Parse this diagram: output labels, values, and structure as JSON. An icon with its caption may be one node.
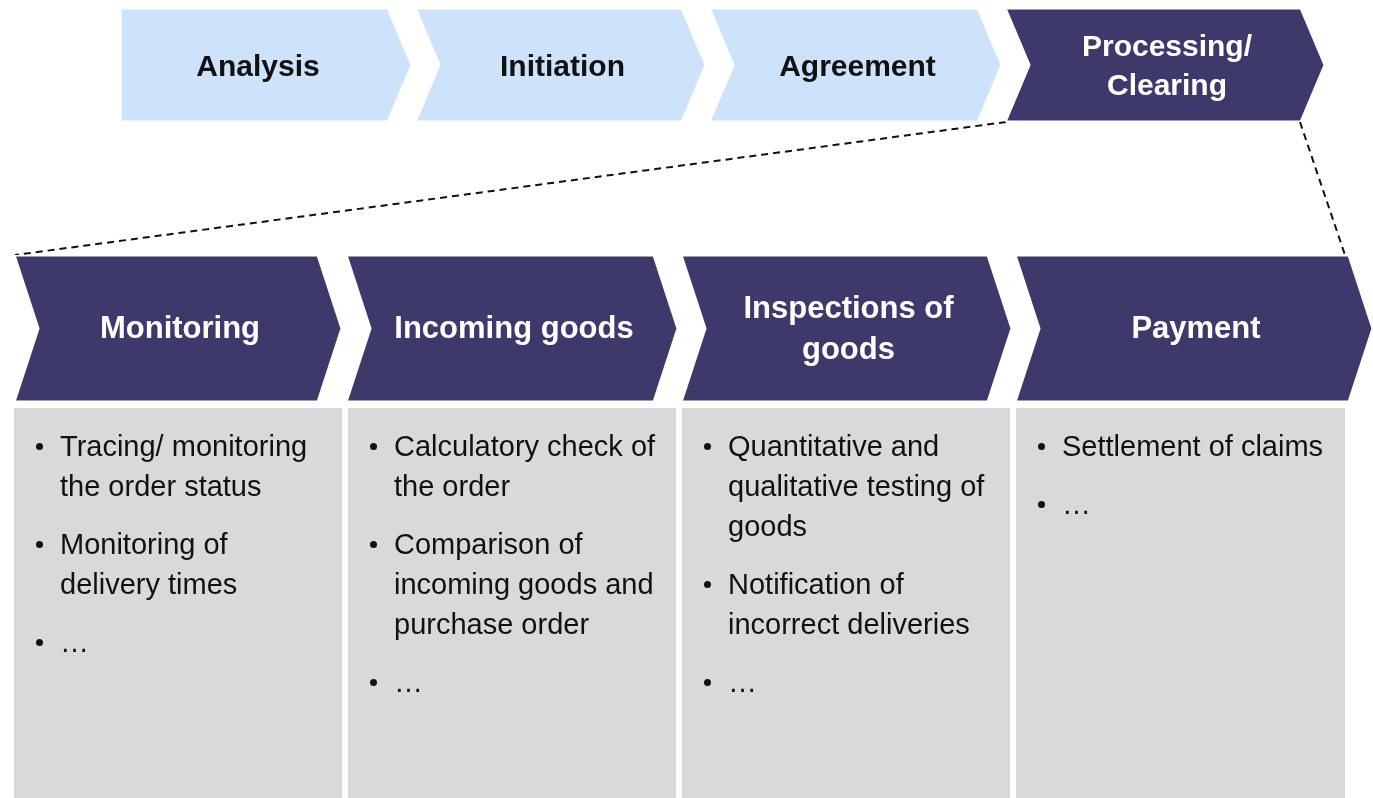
{
  "diagram": {
    "nodes": [
      {
        "text": [
          "Analysis"
        ]
      },
      {
        "text": [
          "Initiation"
        ]
      },
      {
        "text": [
          "Agreement"
        ]
      },
      {
        "text": [
          "Processing/ Clearing"
        ]
      },
      {
        "text": [
          "Monitoring"
        ]
      },
      {
        "text": [
          "Incoming goods"
        ]
      },
      {
        "text": [
          "Inspections of goods"
        ]
      },
      {
        "text": [
          "Payment"
        ]
      },
      {
        "text": [
          "Tracing/ monitoring the order status",
          "Monitoring of delivery times",
          "…"
        ]
      },
      {
        "text": [
          "Calculatory check of the order",
          "Comparison of incoming goods and purchase order",
          "…"
        ]
      },
      {
        "text": [
          "Quantitative and qualitative testing of goods",
          "Notification of incorrect deliveries",
          "…"
        ]
      },
      {
        "text": [
          "Settlement of claims",
          "…"
        ]
      }
    ],
    "edges": [
      {
        "from": 3,
        "to": 4,
        "arrow": "none",
        "style": "dashed"
      },
      {
        "from": 3,
        "to": 7,
        "arrow": "none",
        "style": "dashed"
      }
    ]
  }
}
